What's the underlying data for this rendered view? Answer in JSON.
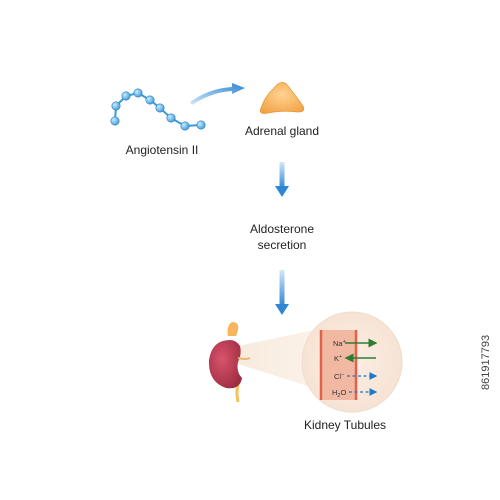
{
  "labels": {
    "angiotensin": "Angiotensin II",
    "adrenal": "Adrenal gland",
    "aldosterone_line1": "Aldosterone",
    "aldosterone_line2": "secretion",
    "kidney": "Kidney Tubules"
  },
  "ions": [
    {
      "base": "Na",
      "sup": "+",
      "sub": "",
      "direction": "out",
      "style": "solid",
      "color": "#2e7d32"
    },
    {
      "base": "K",
      "sup": "+",
      "sub": "",
      "direction": "in",
      "style": "solid",
      "color": "#2e7d32"
    },
    {
      "base": "Cl",
      "sup": "−",
      "sub": "",
      "direction": "out",
      "style": "dashed",
      "color": "#1f78c8"
    },
    {
      "base": "H",
      "sup": "",
      "sub": "2",
      "tail": "O",
      "direction": "out",
      "style": "dashed",
      "color": "#1f78c8"
    }
  ],
  "watermark": {
    "id": "861917793"
  },
  "colors": {
    "arrow_blue": "#3b8fd9",
    "bead_blue": "#5fb3ea",
    "adrenal_orange": "#f7b45c",
    "kidney_red": "#b5364e",
    "tubule_peach": "#f2b9a2",
    "tubule_wall": "#e0624a"
  }
}
